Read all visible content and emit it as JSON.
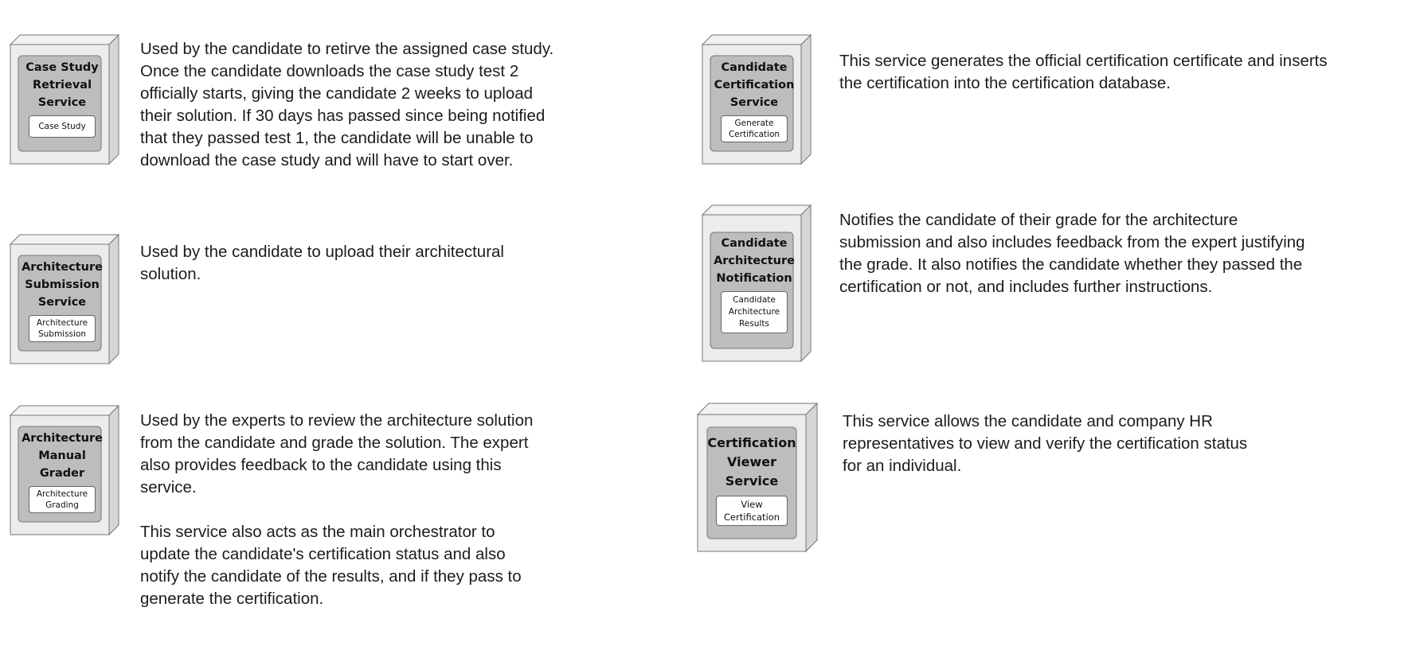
{
  "services": [
    {
      "title": "Case Study\nRetrieval\nService",
      "component": "Case Study",
      "description": "Used by the candidate to retirve the assigned case study.\nOnce the candidate downloads the case study test 2\nofficially starts, giving the candidate 2 weeks to upload\ntheir solution. If 30 days has passed since being notified\nthat they passed test 1, the candidate will be unable to\ndownload the case study and will have to start over."
    },
    {
      "title": "Architecture\nSubmission\nService",
      "component": "Architecture\nSubmission",
      "description": "Used by the candidate to upload their architectural\nsolution."
    },
    {
      "title": "Architecture\nManual\nGrader",
      "component": "Architecture\nGrading",
      "description": "Used by the experts to review the architecture solution\nfrom the candidate and grade the solution. The expert\nalso provides feedback to the candidate using this\nservice.\n\nThis service also acts as the main orchestrator to\nupdate the candidate's certification status and also\nnotify the candidate of the results, and if they pass to\ngenerate the certification."
    },
    {
      "title": "Candidate\nCertification\nService",
      "component": "Generate\nCertification",
      "description": "This service generates the official certification certificate and inserts\nthe certification into the certification database."
    },
    {
      "title": "Candidate\nArchitecture\nNotification",
      "component": "Candidate\nArchitecture\nResults",
      "description": "Notifies the candidate of their grade for the architecture\nsubmission and also includes feedback from the expert justifying\nthe grade. It also notifies the candidate whether they passed the\ncertification or not, and includes further instructions."
    },
    {
      "title": "Certification\nViewer\nService",
      "component": "View\nCertification",
      "description": "This service allows the candidate and company HR\nrepresentatives to view and verify the certification status\nfor an individual."
    }
  ]
}
